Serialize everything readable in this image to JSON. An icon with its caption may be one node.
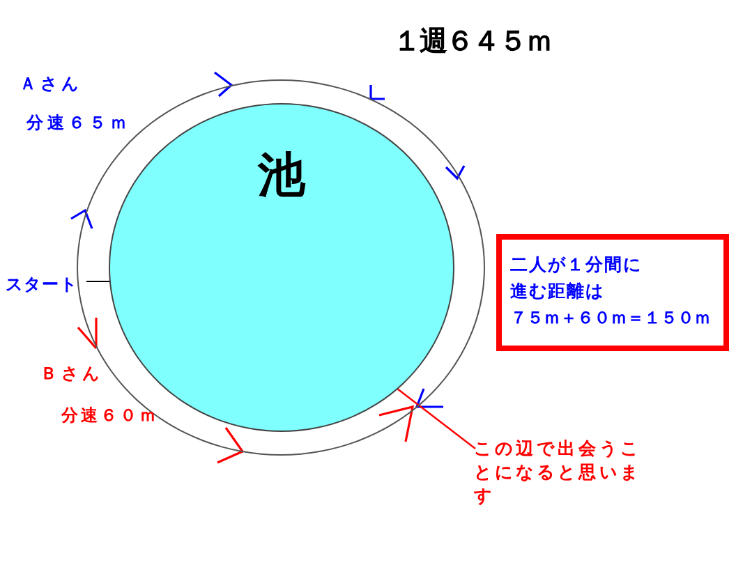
{
  "diagram": {
    "title": "１週６４５ｍ",
    "nodes": [
      {
        "text": [],
        "shape": "circle"
      },
      {
        "text": [
          "池"
        ],
        "in": 0
      },
      {
        "text": [
          "二人が１分間に進む距離は",
          "７５ｍ＋６０ｍ＝１５０ｍ"
        ]
      },
      {
        "text": [
          "この辺で出会うことになると思います"
        ]
      }
    ],
    "edges": [
      {
        "from": 3,
        "to": 1,
        "arrow": "none"
      }
    ],
    "labels": [
      "Ａさん",
      "分速６５ｍ",
      "スタート",
      "Ｂさん",
      "分速６０ｍ"
    ]
  }
}
